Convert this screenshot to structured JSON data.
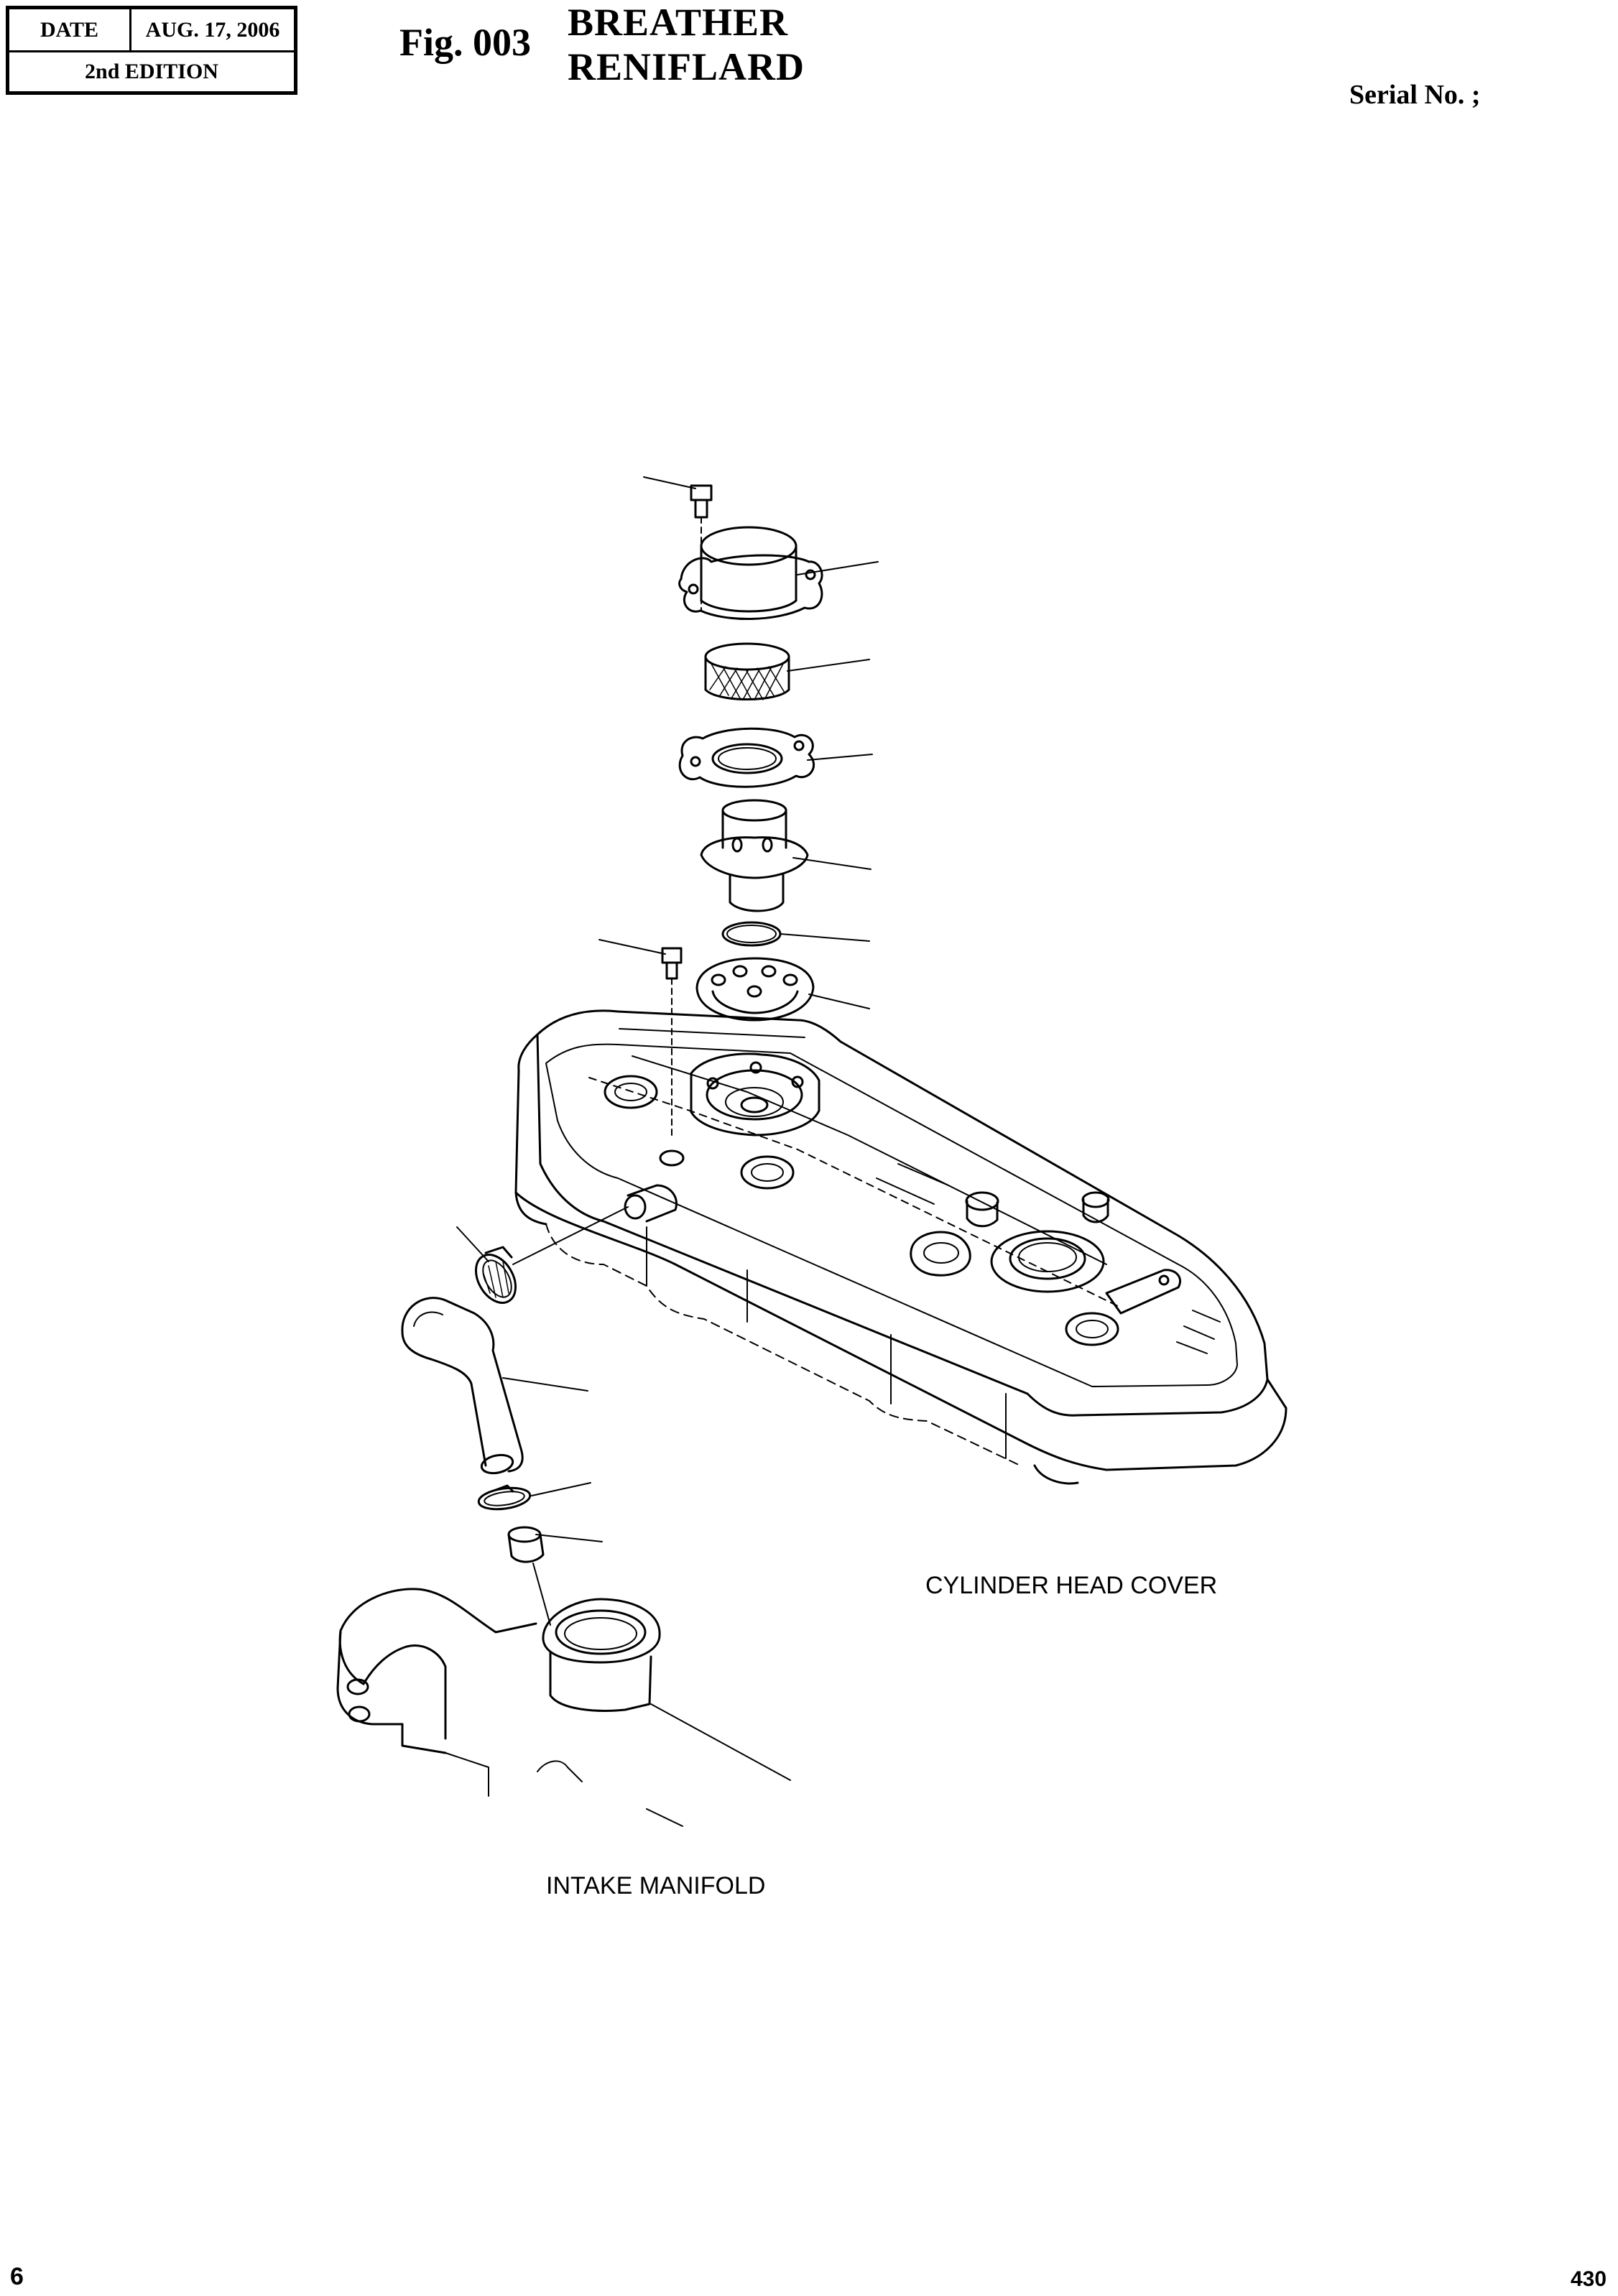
{
  "header": {
    "date_label": "DATE",
    "date_value": "AUG. 17, 2006",
    "edition": "2nd EDITION",
    "fig_number": "Fig. 003",
    "title_en": "BREATHER",
    "title_fr": "RENIFLARD",
    "serial_label": "Serial No. ;"
  },
  "diagram": {
    "labels": {
      "cylinder_head_cover": "CYLINDER HEAD COVER",
      "intake_manifold": "INTAKE MANIFOLD"
    }
  },
  "footer": {
    "page_number": "6",
    "document_number": "430"
  }
}
